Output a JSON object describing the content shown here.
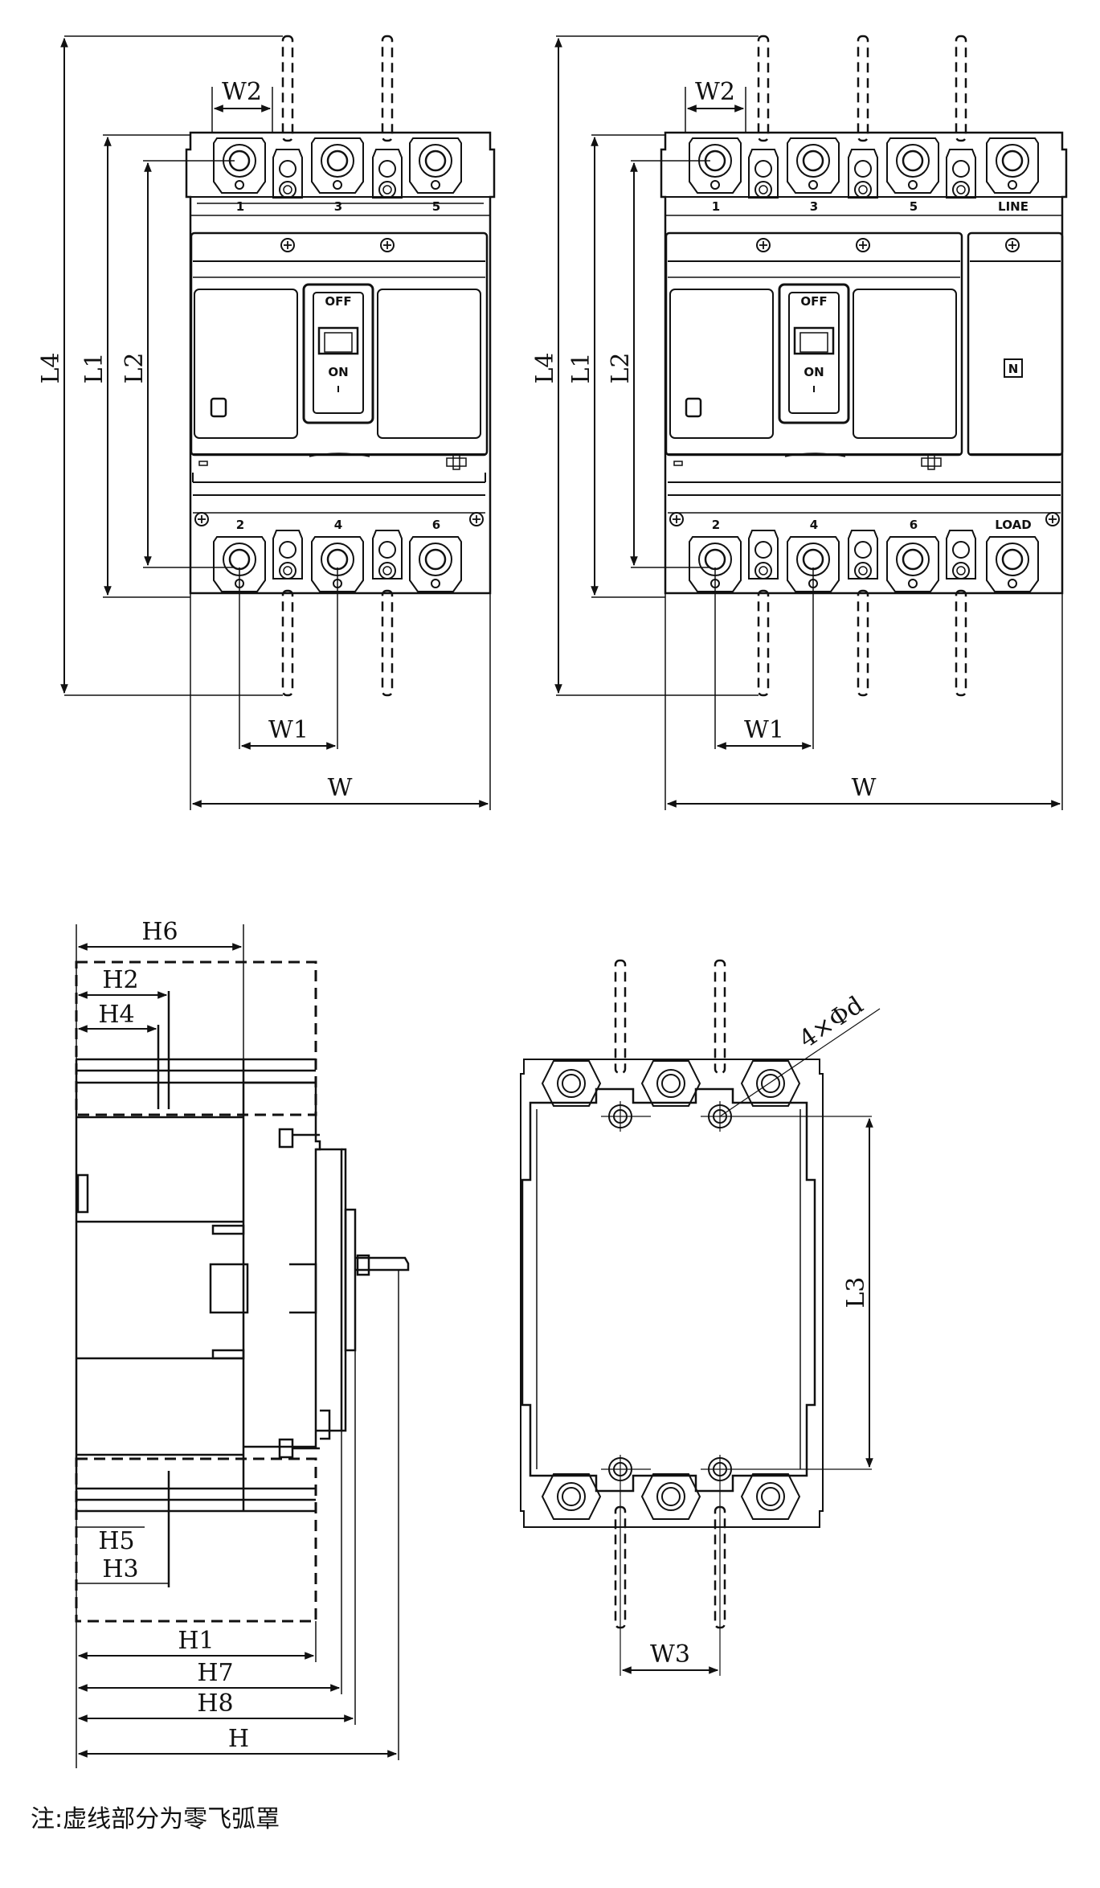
{
  "labels": {
    "l4": "L4",
    "l1": "L1",
    "l2": "L2",
    "w": "W",
    "w1": "W1",
    "w2": "W2",
    "w3": "W3",
    "h": "H",
    "h1": "H1",
    "h2": "H2",
    "h3": "H3",
    "h4": "H4",
    "h5": "H5",
    "h6": "H6",
    "h7": "H7",
    "h8": "H8",
    "l3": "L3",
    "hole": "4×Φd"
  },
  "terminals": {
    "top": [
      "1",
      "3",
      "5"
    ],
    "bottom": [
      "2",
      "4",
      "6"
    ],
    "line": "LINE",
    "load": "LOAD"
  },
  "switch": {
    "off": "OFF",
    "on": "ON",
    "neutral": "N"
  },
  "note": "注:虚线部分为零飞弧罩",
  "colors": {
    "line": "#111111",
    "background": "#ffffff"
  }
}
